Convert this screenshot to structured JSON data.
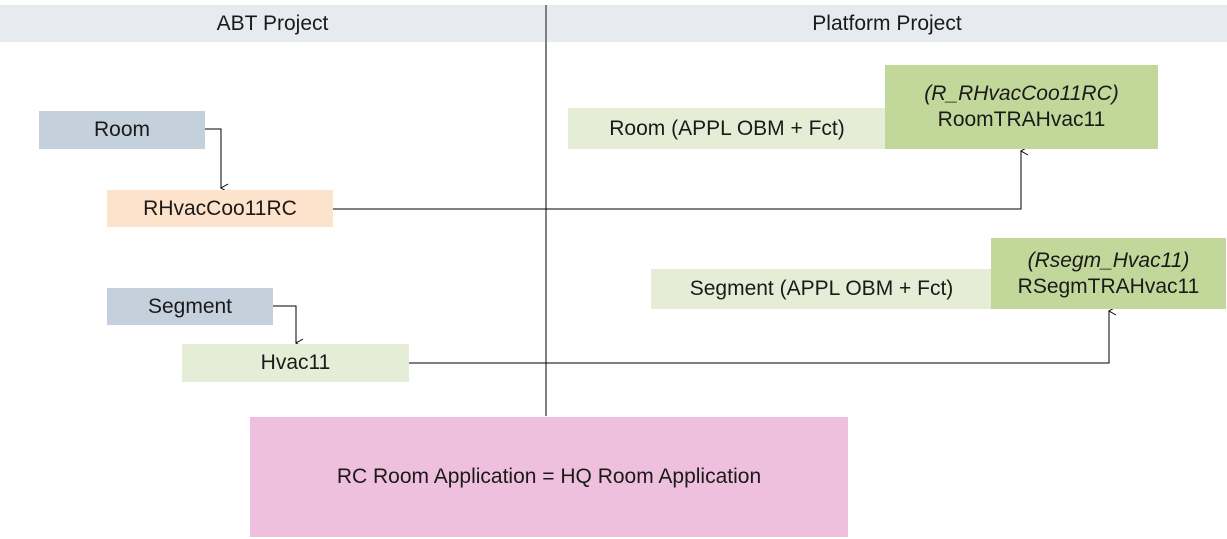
{
  "headers": {
    "left": "ABT Project",
    "right": "Platform Project"
  },
  "abt": {
    "room": "Room",
    "room_instance": "RHvacCoo11RC",
    "segment": "Segment",
    "segment_instance": "Hvac11"
  },
  "platform": {
    "room_label": "Room (APPL OBM + Fct)",
    "room_alias": "(R_RHvacCoo11RC)",
    "room_name": "RoomTRAHvac11",
    "segment_label": "Segment (APPL OBM + Fct)",
    "segment_alias": "(Rsegm_Hvac11)",
    "segment_name": "RSegmTRAHvac11"
  },
  "footer_box": "RC Room Application = HQ Room Application",
  "colors": {
    "header_bg": "#e7eaee",
    "blue_box": "#c4d0db",
    "orange_box": "#fde2cc",
    "light_green_box": "#e5edd6",
    "green_box": "#c2d89b",
    "pink_box": "#efc0dd"
  }
}
